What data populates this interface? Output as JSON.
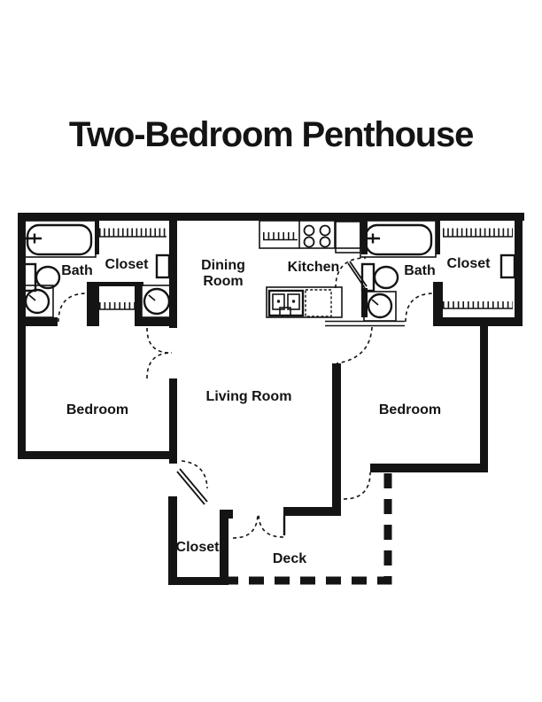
{
  "title": "Two-Bedroom Penthouse",
  "colors": {
    "ink": "#141414",
    "paper": "#ffffff"
  },
  "rooms": {
    "bath_left": "Bath",
    "closet_left": "Closet",
    "dining_line1": "Dining",
    "dining_line2": "Room",
    "kitchen": "Kitchen",
    "bath_right": "Bath",
    "closet_right": "Closet",
    "bedroom_left": "Bedroom",
    "living_room": "Living Room",
    "bedroom_right": "Bedroom",
    "closet_lower": "Closet",
    "deck": "Deck"
  },
  "fixtures": [
    "bathtub",
    "toilet",
    "sink",
    "washer",
    "closet-rod",
    "stove",
    "refrigerator",
    "kitchen-sink",
    "dishwasher",
    "door-swing"
  ]
}
